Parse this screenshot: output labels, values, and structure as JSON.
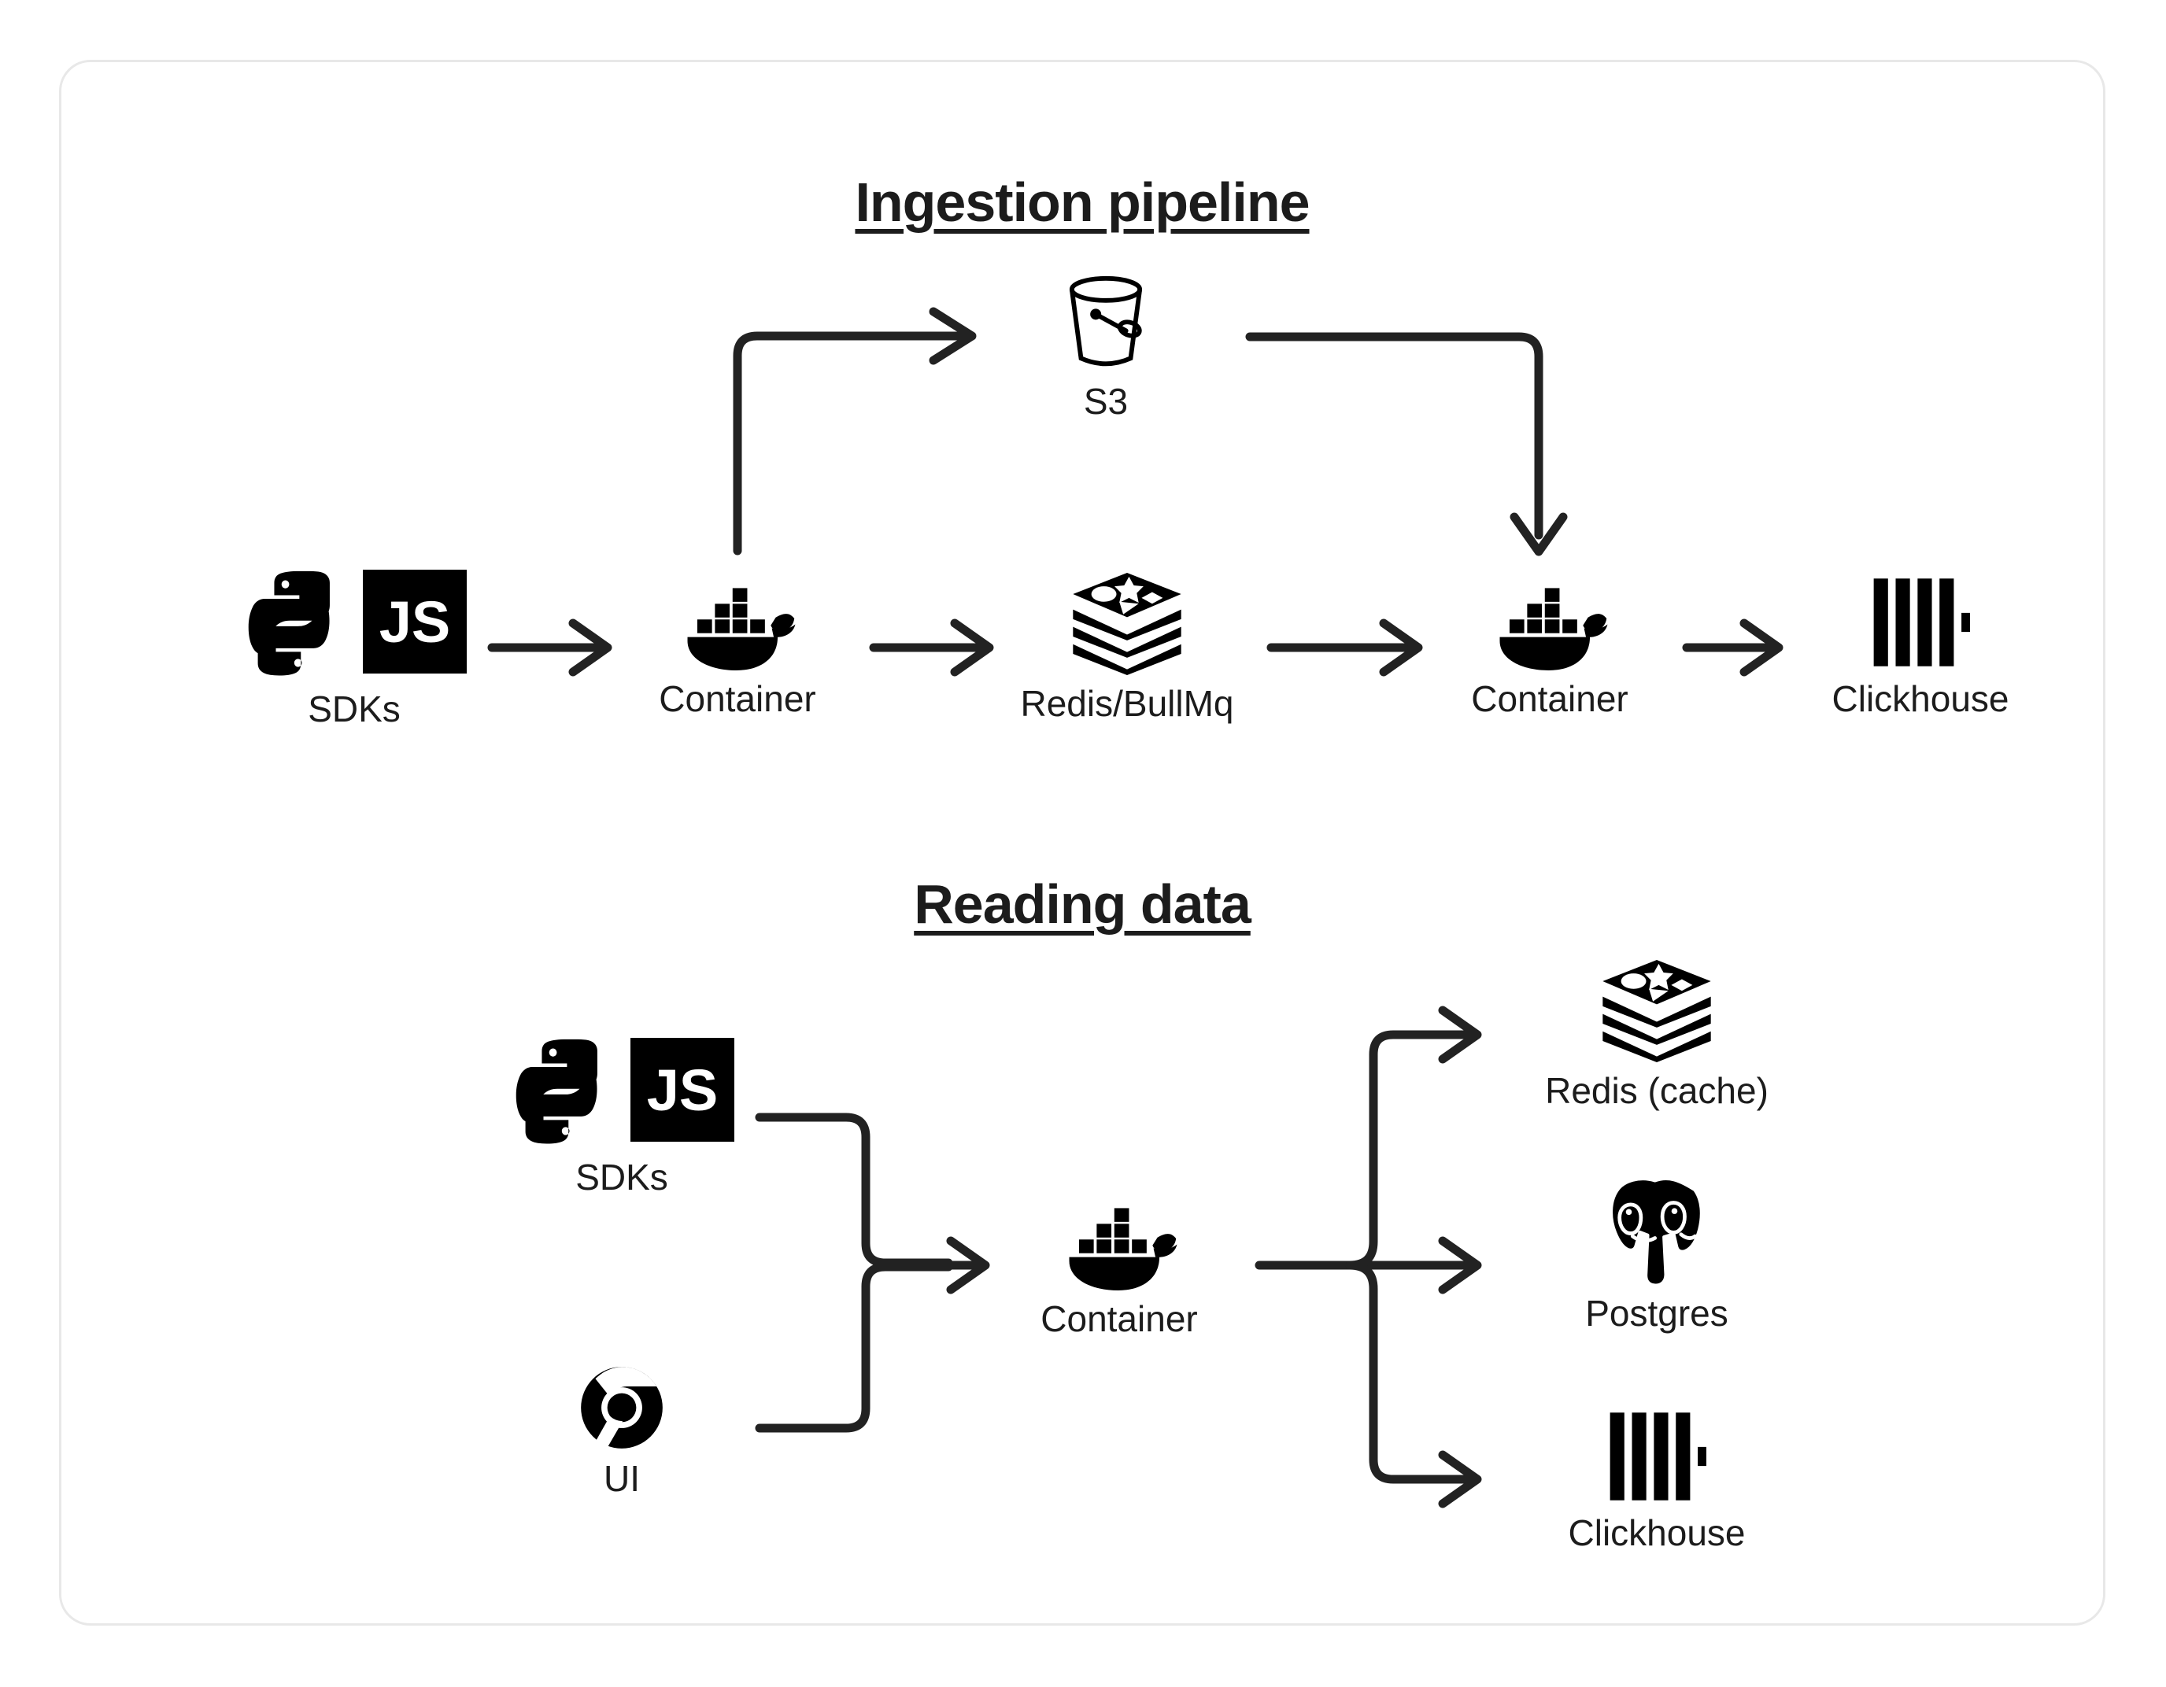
{
  "card": {
    "border_color": "#e8e8e8",
    "background": "#ffffff"
  },
  "theme": {
    "ink": "#1c1c1c",
    "stroke": "#222222",
    "page_background": "#ffffff"
  },
  "sections": [
    {
      "id": "ingestion",
      "title": "Ingestion pipeline",
      "nodes": [
        {
          "id": "sdks-1",
          "label": "SDKs",
          "icon": "python-js-sdk-icon"
        },
        {
          "id": "container-1",
          "label": "Container",
          "icon": "docker-whale-icon"
        },
        {
          "id": "s3",
          "label": "S3",
          "icon": "s3-bucket-icon"
        },
        {
          "id": "redis-bullmq",
          "label": "Redis/BullMq",
          "icon": "redis-stack-icon"
        },
        {
          "id": "container-2",
          "label": "Container",
          "icon": "docker-whale-icon"
        },
        {
          "id": "clickhouse-1",
          "label": "Clickhouse",
          "icon": "clickhouse-bars-icon"
        }
      ],
      "edges": [
        {
          "from": "sdks-1",
          "to": "container-1",
          "kind": "straight-arrow"
        },
        {
          "from": "container-1",
          "to": "s3",
          "kind": "elbow-up-arrow"
        },
        {
          "from": "container-1",
          "to": "redis-bullmq",
          "kind": "straight-arrow"
        },
        {
          "from": "s3",
          "to": "container-2",
          "kind": "elbow-down-arrow"
        },
        {
          "from": "redis-bullmq",
          "to": "container-2",
          "kind": "straight-arrow"
        },
        {
          "from": "container-2",
          "to": "clickhouse-1",
          "kind": "straight-arrow"
        }
      ]
    },
    {
      "id": "reading",
      "title": "Reading data",
      "nodes": [
        {
          "id": "sdks-2",
          "label": "SDKs",
          "icon": "python-js-sdk-icon"
        },
        {
          "id": "ui",
          "label": "UI",
          "icon": "chrome-browser-icon"
        },
        {
          "id": "container-3",
          "label": "Container",
          "icon": "docker-whale-icon"
        },
        {
          "id": "redis-cache",
          "label": "Redis (cache)",
          "icon": "redis-stack-icon"
        },
        {
          "id": "postgres",
          "label": "Postgres",
          "icon": "postgres-elephant-icon"
        },
        {
          "id": "clickhouse-2",
          "label": "Clickhouse",
          "icon": "clickhouse-bars-icon"
        }
      ],
      "edges": [
        {
          "from": "sdks-2",
          "to": "container-3",
          "kind": "merge-arrow"
        },
        {
          "from": "ui",
          "to": "container-3",
          "kind": "merge-arrow"
        },
        {
          "from": "container-3",
          "to": "redis-cache",
          "kind": "branch-up-arrow"
        },
        {
          "from": "container-3",
          "to": "postgres",
          "kind": "branch-straight-arrow"
        },
        {
          "from": "container-3",
          "to": "clickhouse-2",
          "kind": "branch-down-arrow"
        }
      ]
    }
  ],
  "icons": {
    "js_text": "JS"
  }
}
